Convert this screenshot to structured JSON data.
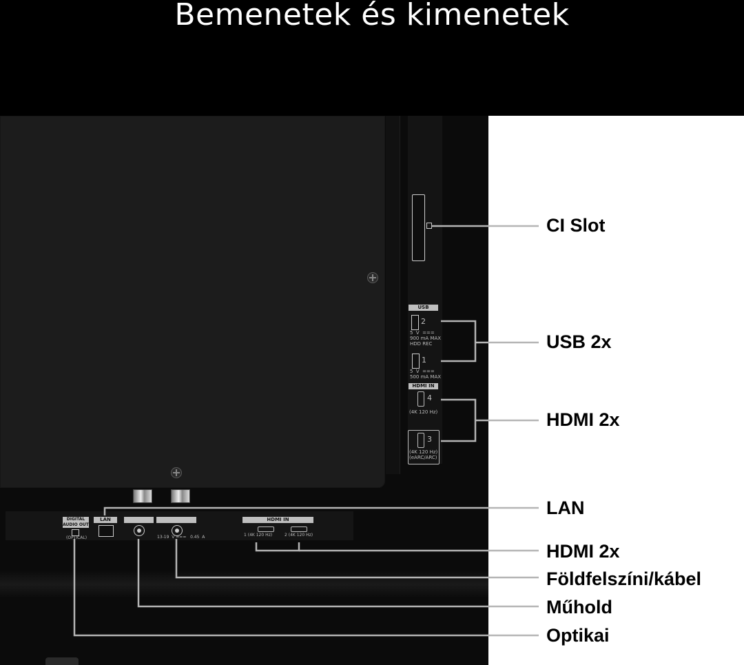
{
  "title": "Bemenetek és kimenetek",
  "callouts": {
    "ci_slot": "CI Slot",
    "usb": "USB 2x",
    "hdmi_side": "HDMI 2x",
    "lan": "LAN",
    "hdmi_bottom": "HDMI 2x",
    "terrestrial": "Földfelszíni/kábel",
    "satellite": "Műhold",
    "optical": "Optikai"
  },
  "panel_labels": {
    "usb_header": "USB",
    "usb2_number": "2",
    "usb2_spec": "5  V  ===\n900 mA MAX\nHDD REC",
    "usb1_number": "1",
    "usb1_spec": "5  V  ===\n500 mA MAX",
    "hdmi_in_side": "HDMI IN",
    "hdmi4_number": "4",
    "hdmi4_spec": "(4K 120 Hz)",
    "hdmi3_number": "3",
    "hdmi3_spec": "(4K 120 Hz)\n(eARC/ARC)",
    "digital_audio_out": "DIGITAL\nAUDIO OUT",
    "optical_small": "(OPTICAL)",
    "lan_small": "LAN",
    "lnb_spec": "13-19  V ===   0.45  A",
    "hdmi_in_bottom": "HDMI IN",
    "hdmi1_label": "1 (4K 120 Hz)",
    "hdmi2_label": "2 (4K 120 Hz)"
  }
}
